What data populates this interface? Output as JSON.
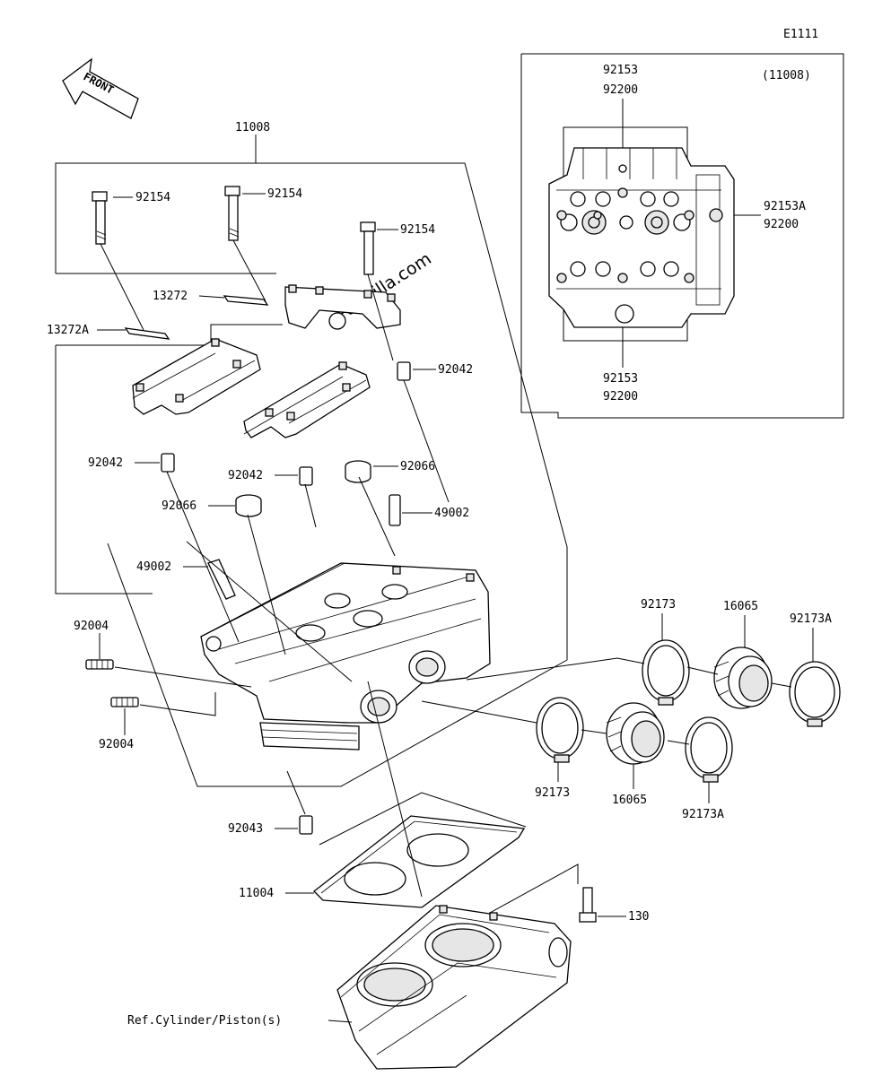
{
  "diagram_code": "E1111",
  "front_arrow_text": "FRONT",
  "watermark": "Partzilla.com",
  "callouts": {
    "assembly_11008": "11008",
    "inset_assembly": "(11008)",
    "inset_92153_top": "92153",
    "inset_92200_top": "92200",
    "inset_92153A": "92153A",
    "inset_92200_right": "92200",
    "inset_92153_bottom": "92153",
    "inset_92200_bottom": "92200",
    "bolt_92154_left": "92154",
    "bolt_92154_mid": "92154",
    "bolt_92154_right": "92154",
    "plate_13272": "13272",
    "plate_13272A": "13272A",
    "dowel_92042_right": "92042",
    "dowel_92042_left": "92042",
    "dowel_92042_mid": "92042",
    "seal_92066_right": "92066",
    "seal_92066_left": "92066",
    "guide_49002_right": "49002",
    "guide_49002_left": "49002",
    "stud_92004_top": "92004",
    "stud_92004_bottom": "92004",
    "clamp_92173_top": "92173",
    "holder_16065_top": "16065",
    "clamp_92173A_top": "92173A",
    "clamp_92173_bottom": "92173",
    "holder_16065_bottom": "16065",
    "clamp_92173A_bottom": "92173A",
    "dowel_92043": "92043",
    "gasket_11004": "11004",
    "bolt_130": "130",
    "ref_cylinder": "Ref.Cylinder/Piston(s)"
  }
}
